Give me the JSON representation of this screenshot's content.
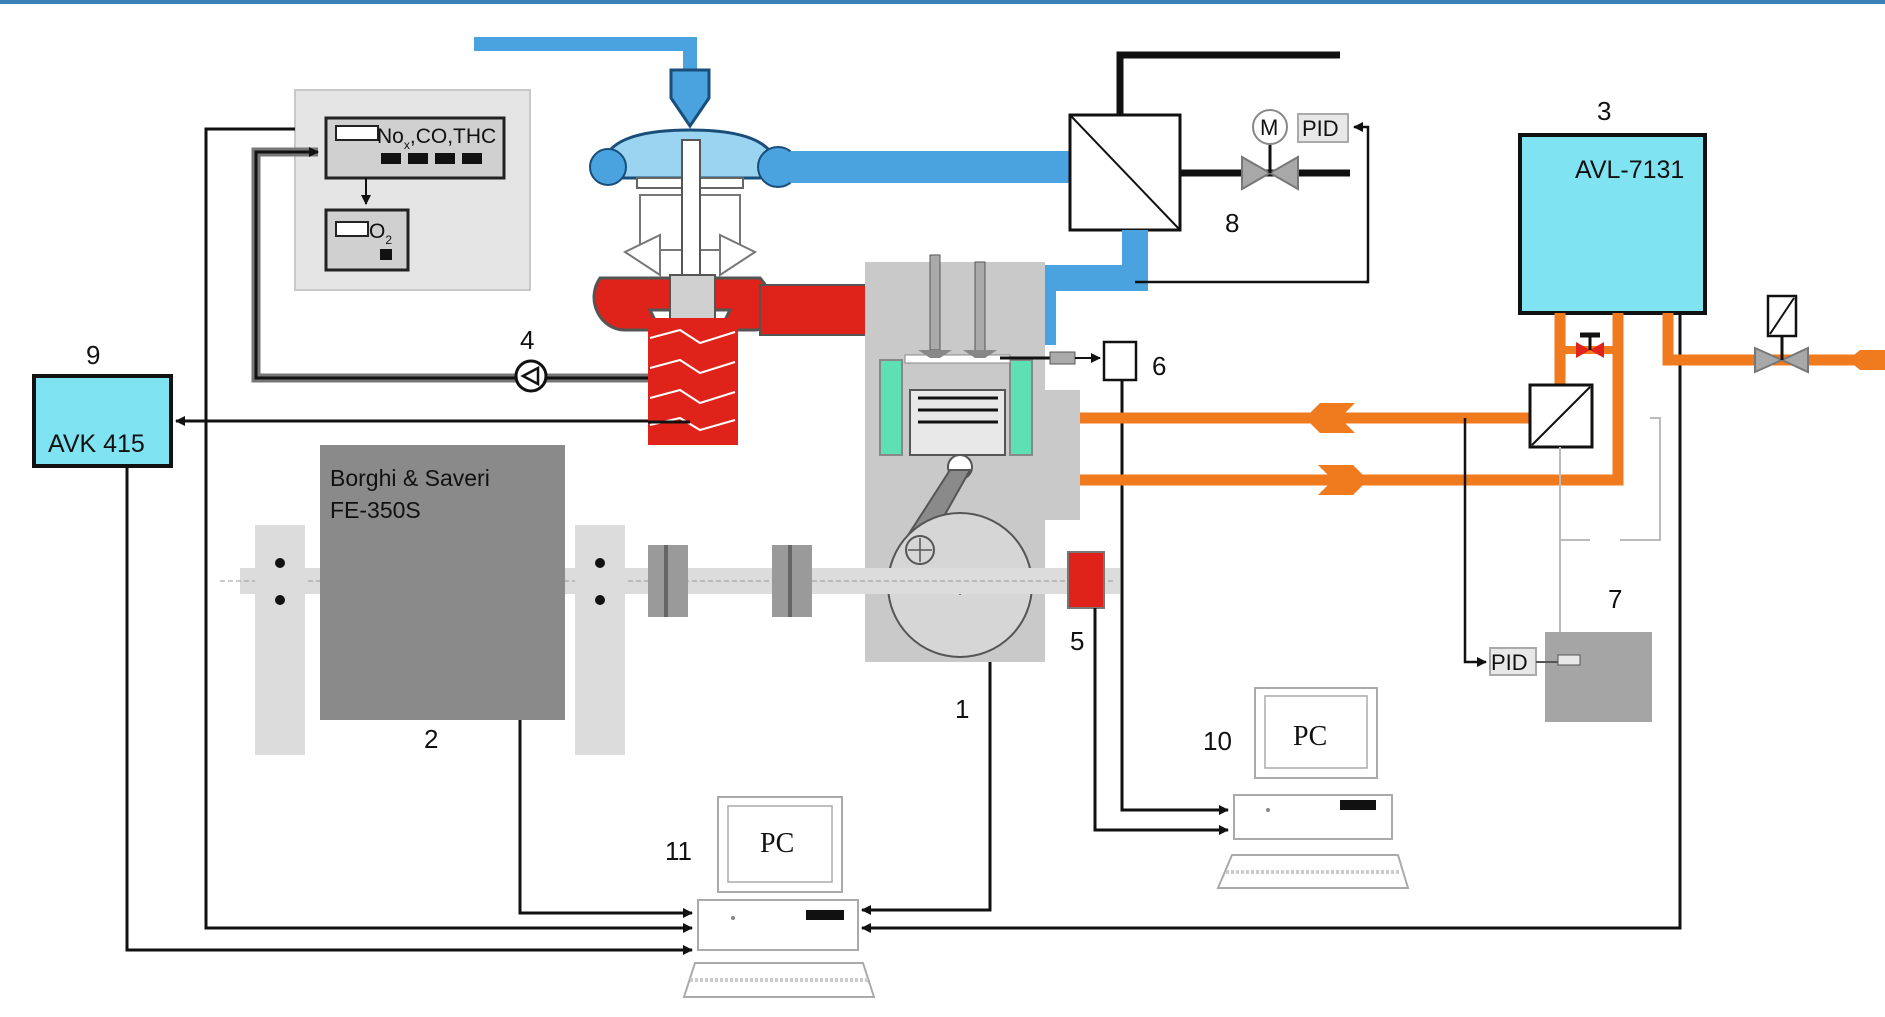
{
  "labels": {
    "engine_num": "1",
    "dyno_num": "2",
    "avl_num": "3",
    "pump_num": "4",
    "sensor5_num": "5",
    "sensor6_num": "6",
    "controller7_num": "7",
    "valve8_num": "8",
    "avk_num": "9",
    "pc10_num": "10",
    "pc11_num": "11"
  },
  "gas_analyzer": {
    "nox_label_main": "No",
    "nox_label_sub": "x",
    "nox_label_rest": ",CO,THC",
    "o2_label_main": "O",
    "o2_label_sub": "2"
  },
  "dyno": {
    "name_line1": "Borghi & Saveri",
    "name_line2": "FE-350S"
  },
  "avl": {
    "name": "AVL-7131"
  },
  "avk": {
    "name": "AVK 415"
  },
  "valve8": {
    "motor": "M",
    "pid": "PID"
  },
  "controller7": {
    "pid": "PID"
  },
  "pc10": {
    "screen": "PC"
  },
  "pc11": {
    "screen": "PC"
  },
  "colors": {
    "air_blue": "#4aa3df",
    "exhaust_red": "#e0231a",
    "coolant_orange": "#f07a1e",
    "avl_cyan": "#7fe3f2",
    "dyno_gray": "#8a8a8a",
    "engine_gray": "#c9c9c9",
    "liner_green": "#5fe0b4"
  }
}
